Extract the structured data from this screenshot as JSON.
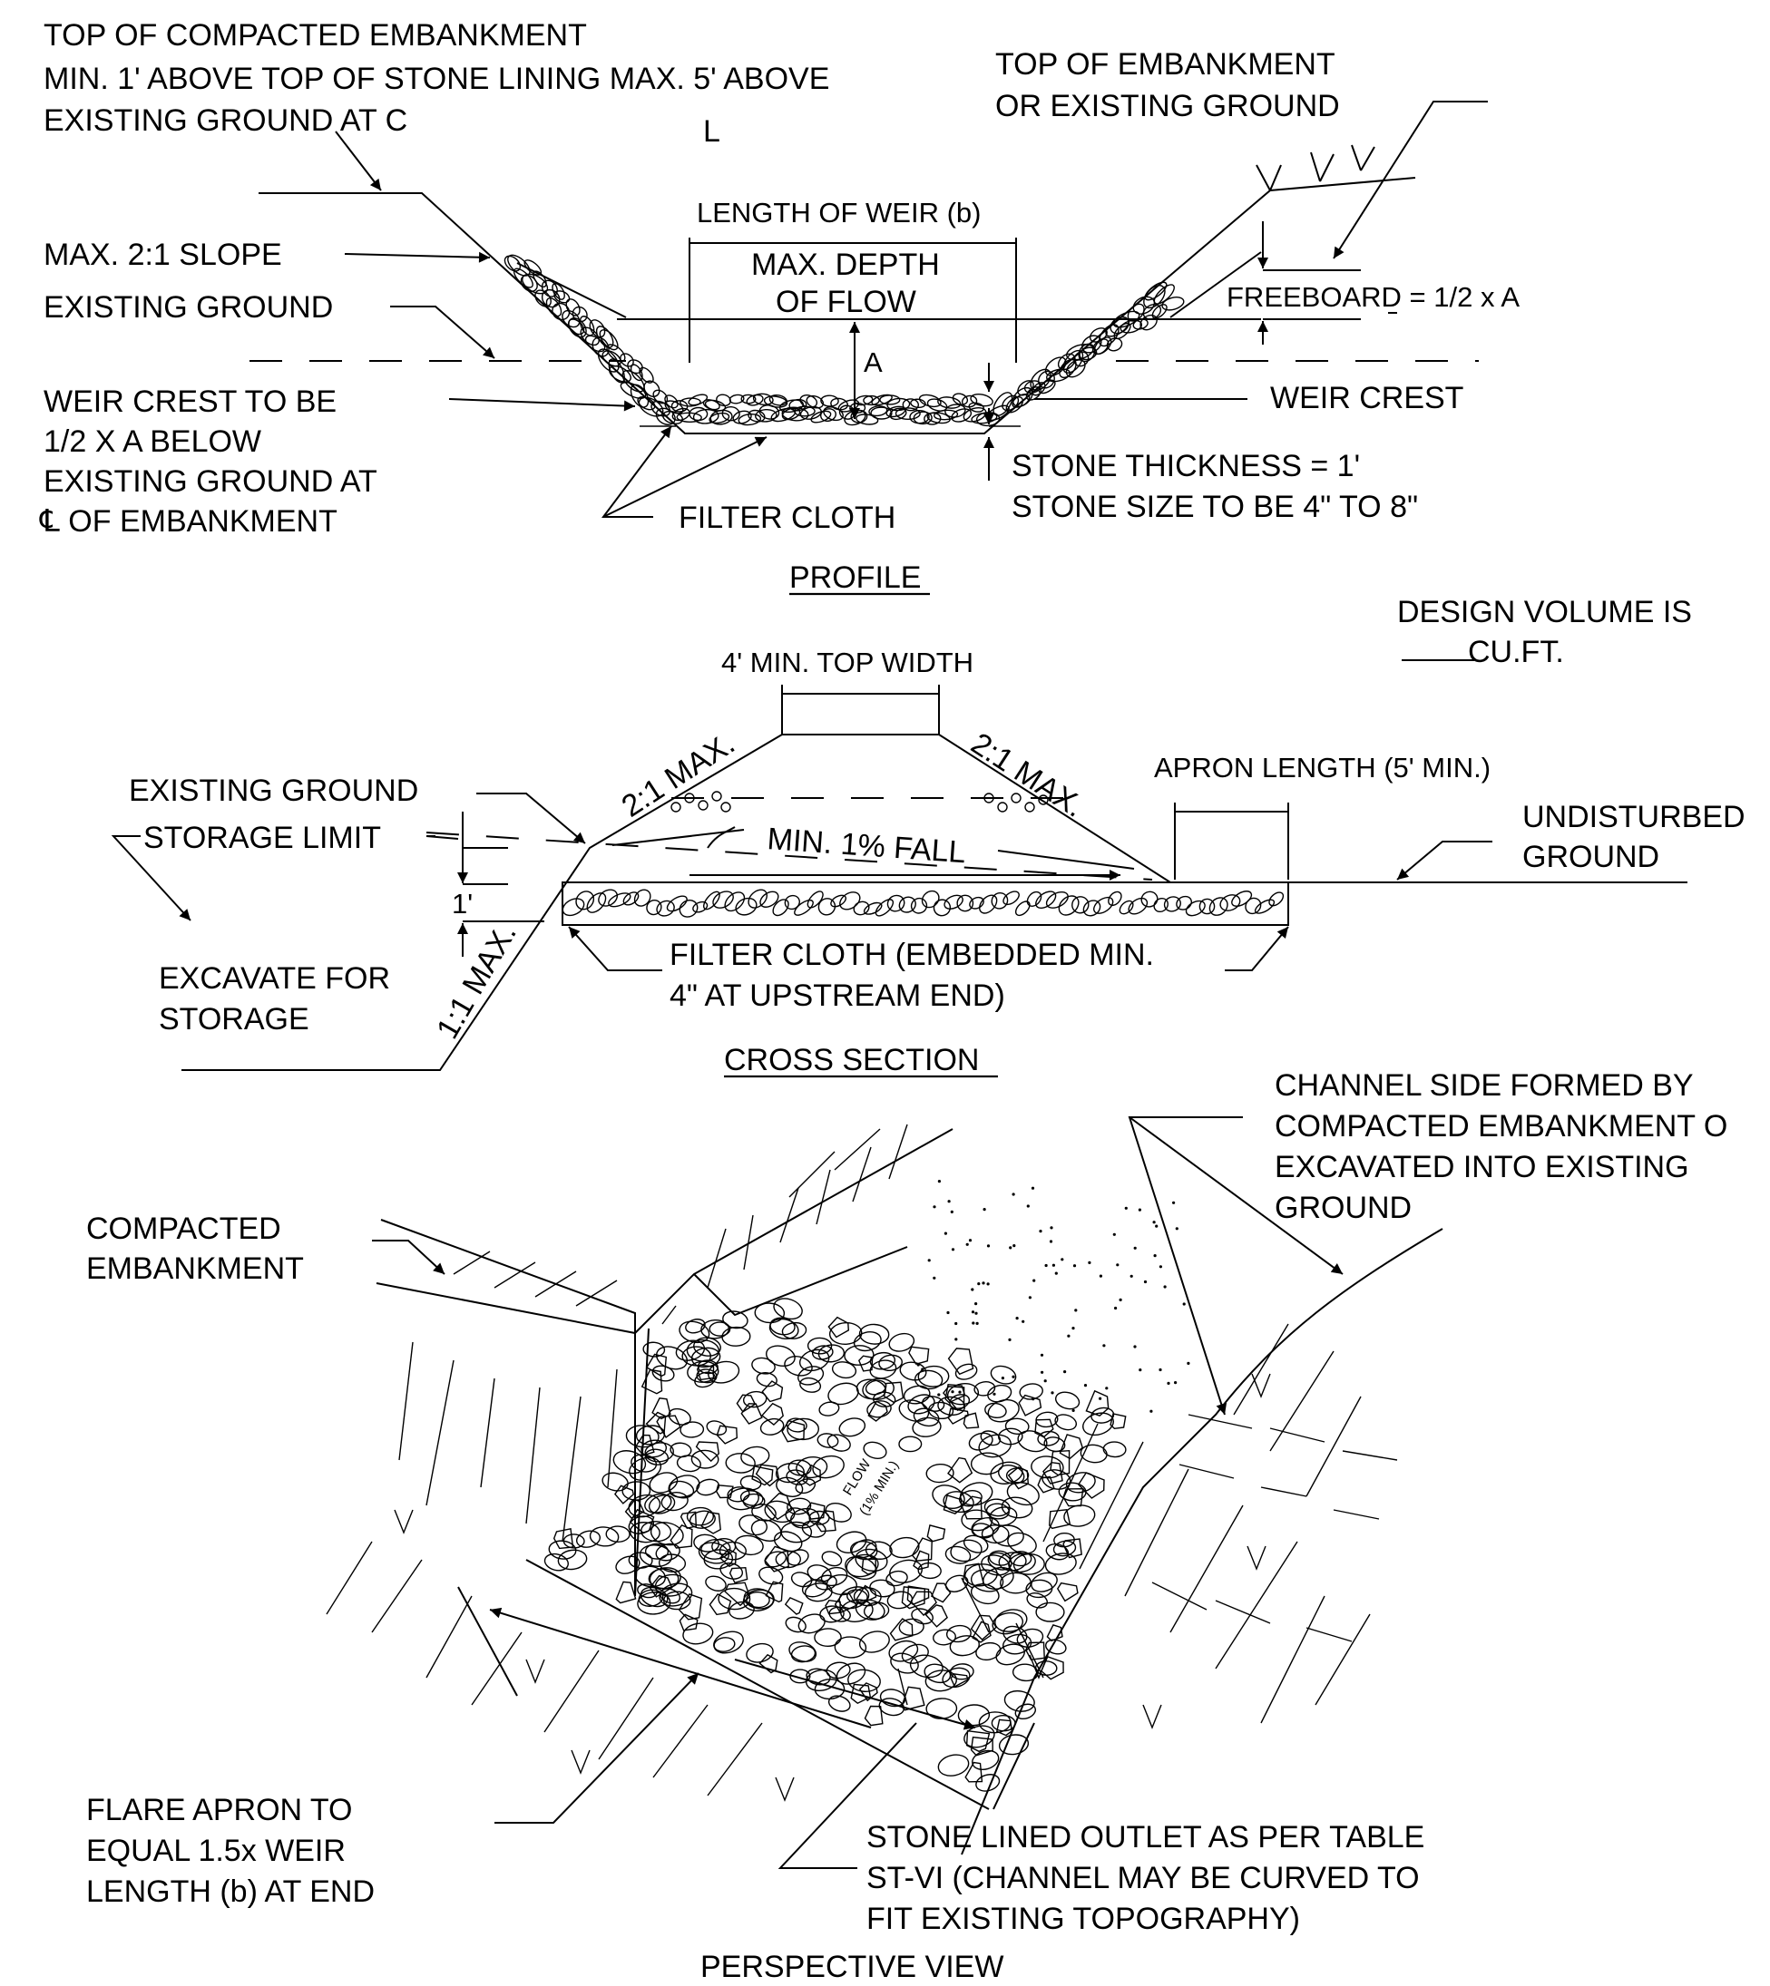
{
  "profile": {
    "top_compacted_1": "TOP OF COMPACTED EMBANKMENT",
    "top_compacted_2": "MIN. 1' ABOVE TOP OF STONE LINING MAX. 5' ABOVE",
    "top_compacted_3": "EXISTING GROUND AT C",
    "l_mark": "L",
    "top_emb_1": "TOP OF EMBANKMENT",
    "top_emb_2": "OR EXISTING GROUND",
    "length_weir": "LENGTH OF WEIR (b)",
    "max_slope": "MAX. 2:1 SLOPE",
    "max_depth_1": "MAX. DEPTH",
    "max_depth_2": "OF FLOW",
    "existing_ground": "EXISTING GROUND",
    "freeboard": "FREEBOARD = 1/2 x A",
    "a_mark": "A",
    "weir_crest_1": "WEIR CREST TO BE",
    "weir_crest_2": "1/2 X A BELOW",
    "weir_crest_3": "EXISTING GROUND AT",
    "weir_crest_4": "℄ OF EMBANKMENT",
    "weir_crest": "WEIR CREST",
    "stone_thickness": "STONE THICKNESS = 1'",
    "stone_size": "STONE SIZE  TO BE 4\" TO 8\"",
    "filter_cloth": "FILTER CLOTH",
    "title": "PROFILE"
  },
  "cross_section": {
    "design_volume_1": "DESIGN VOLUME IS",
    "design_volume_2": "CU.FT.",
    "top_width": "4' MIN. TOP WIDTH",
    "slope_left": "2:1 MAX.",
    "slope_right": "2:1 MAX.",
    "apron_length": "APRON LENGTH (5' MIN.)",
    "existing_ground": "EXISTING GROUND",
    "undisturbed_1": "UNDISTURBED",
    "undisturbed_2": "GROUND",
    "storage_limit": "STORAGE LIMIT",
    "min_fall": "MIN. 1% FALL",
    "one_ft": "1'",
    "slope_1to1": "1:1 MAX.",
    "filter_cloth_1": "FILTER CLOTH (EMBEDDED MIN.",
    "filter_cloth_2": "4\" AT UPSTREAM END)",
    "excavate_1": "EXCAVATE FOR",
    "excavate_2": "STORAGE",
    "title": "CROSS SECTION"
  },
  "perspective": {
    "channel_side_1": "CHANNEL SIDE FORMED BY",
    "channel_side_2": "COMPACTED EMBANKMENT O",
    "channel_side_3": "EXCAVATED INTO EXISTING",
    "channel_side_4": "GROUND",
    "compacted_1": "COMPACTED",
    "compacted_2": "EMBANKMENT",
    "flow": "FLOW",
    "flow_min": "(1% MIN.)",
    "flare_1": "FLARE APRON TO",
    "flare_2": "EQUAL 1.5x WEIR",
    "flare_3": "LENGTH (b) AT END",
    "stone_lined_1": "STONE LINED OUTLET AS PER TABLE",
    "stone_lined_2": "ST-VI (CHANNEL MAY BE CURVED TO",
    "stone_lined_3": "FIT EXISTING TOPOGRAPHY)",
    "title": "PERSPECTIVE VIEW"
  }
}
